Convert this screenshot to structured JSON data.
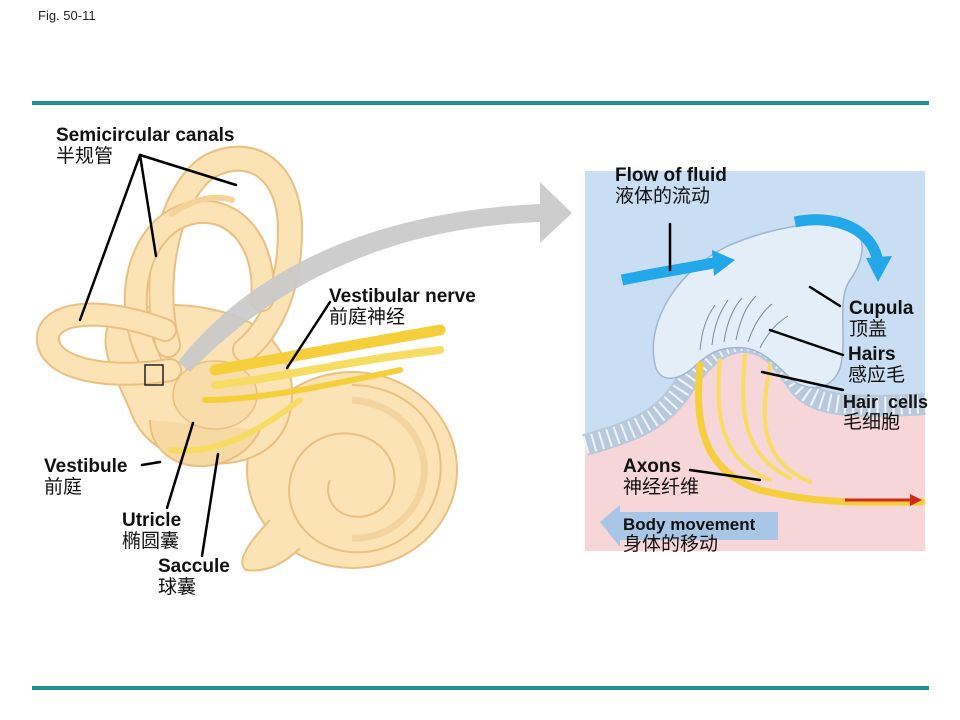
{
  "figure": {
    "number": "Fig. 50-11"
  },
  "labels": {
    "semicircular_canals": {
      "en": "Semicircular canals",
      "zh": "半规管"
    },
    "vestibular_nerve": {
      "en": "Vestibular nerve",
      "zh": "前庭神经"
    },
    "vestibule": {
      "en": "Vestibule",
      "zh": "前庭"
    },
    "utricle": {
      "en": "Utricle",
      "zh": "椭圆囊"
    },
    "saccule": {
      "en": "Saccule",
      "zh": "球囊"
    },
    "flow_of_fluid": {
      "en": "Flow of fluid",
      "zh": "液体的流动"
    },
    "cupula": {
      "en": "Cupula",
      "zh": "顶盖"
    },
    "hairs": {
      "en": "Hairs",
      "zh": "感应毛"
    },
    "hair_cells": {
      "en": "Hair  cells",
      "zh": "毛细胞"
    },
    "axons": {
      "en": "Axons",
      "zh": "神经纤维"
    },
    "body_movement": {
      "en": "Body movement",
      "zh": "身体的移动"
    }
  },
  "colors": {
    "rule": "#1f9096",
    "fluid_panel": "#c9ddf3",
    "tissue_panel": "#f6d6d8",
    "ear_fill": "#fbe3b6",
    "ear_outline": "#e9bf82",
    "nerve": "#f5cf3b",
    "cupula": "#e3eef9",
    "flow_arrow": "#22a7e8",
    "body_arrow": "#a9c6e6",
    "axon_arrow": "#d32a1f",
    "connector_arrow": "#c9c9c9"
  }
}
